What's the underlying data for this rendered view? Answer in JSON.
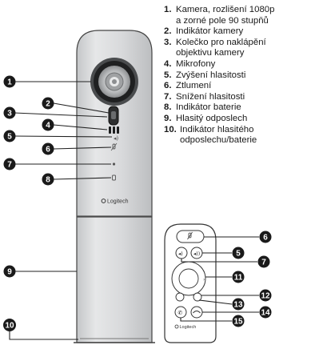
{
  "legend": [
    {
      "num": "1.",
      "lines": [
        "Kamera, rozlišení 1080p",
        "a zorné pole 90 stupňů"
      ]
    },
    {
      "num": "2.",
      "lines": [
        "Indikátor kamery"
      ]
    },
    {
      "num": "3.",
      "lines": [
        "Kolečko pro naklápění",
        "objektivu kamery"
      ]
    },
    {
      "num": "4.",
      "lines": [
        "Mikrofony"
      ]
    },
    {
      "num": "5.",
      "lines": [
        "Zvýšení hlasitosti"
      ]
    },
    {
      "num": "6.",
      "lines": [
        "Ztlumení"
      ]
    },
    {
      "num": "7.",
      "lines": [
        "Snížení hlasitosti"
      ]
    },
    {
      "num": "8.",
      "lines": [
        "Indikátor baterie"
      ]
    },
    {
      "num": "9.",
      "lines": [
        "Hlasitý odposlech"
      ]
    },
    {
      "num": "10.",
      "lines": [
        "Indikátor hlasitého",
        "odposlechu/baterie"
      ]
    }
  ],
  "callouts": {
    "c1": "1",
    "c2": "2",
    "c3": "3",
    "c4": "4",
    "c5": "5",
    "c6": "6",
    "c7": "7",
    "c8": "8",
    "c9": "9",
    "c10": "10",
    "r6": "6",
    "r5": "5",
    "r7": "7",
    "r11": "11",
    "r12": "12",
    "r13": "13",
    "r14": "14",
    "r15": "15"
  },
  "logo": {
    "brand": "Logitech"
  },
  "colors": {
    "badge": "#1a1a1a",
    "device_body": "#d2d4d6",
    "device_outline": "#444444",
    "leader": "#222222"
  },
  "icons": [
    "camera-lens-icon",
    "camera-tilt-wheel-icon",
    "microphone-grille-icon",
    "volume-up-icon",
    "mute-icon",
    "volume-down-icon",
    "battery-indicator-icon",
    "logitech-logo-icon",
    "remote-mute-icon",
    "remote-volume-down-icon",
    "remote-volume-up-icon",
    "remote-dpad-icon",
    "remote-hangup-icon",
    "remote-call-icon"
  ]
}
